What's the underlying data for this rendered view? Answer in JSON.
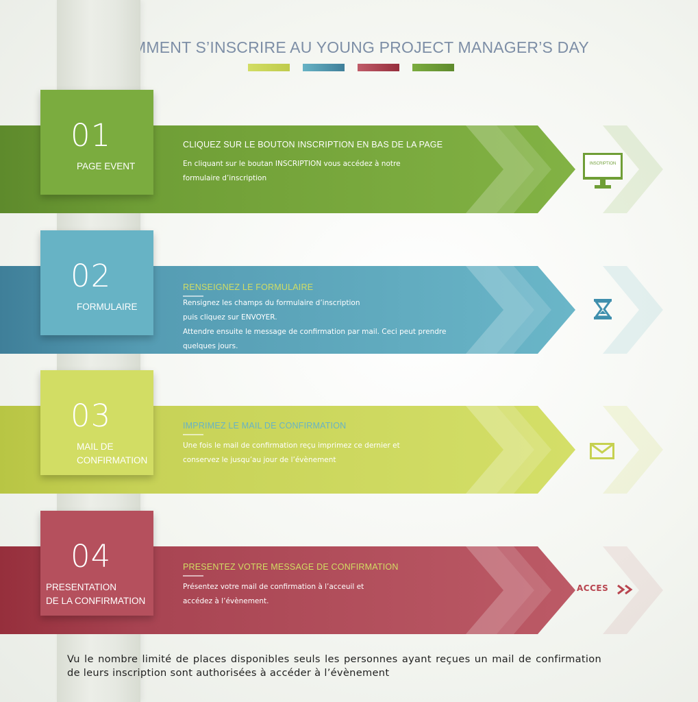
{
  "title": "COMMENT S’INSCRIRE AU YOUNG PROJECT MANAGER’S DAY",
  "colors": {
    "green": "#7bac3f",
    "green_dark": "#5e8a2c",
    "blue": "#67b3c5",
    "blue_dark": "#3f7f99",
    "yellow": "#d2dd64",
    "yellow_dark": "#b8c544",
    "red": "#b5505d",
    "red_dark": "#962f3c",
    "title": "#7d8ea6"
  },
  "steps": [
    {
      "number": "01",
      "label": "PAGE EVENT",
      "heading": "CLIQUEZ SUR LE BOUTON INSCRIPTION EN BAS DE LA PAGE",
      "description": "En cliquant sur le boutan INSCRIPTION vous accédez à notre\nformulaire d’inscription",
      "icon": "monitor-icon",
      "icon_text": "INSCRIPTION"
    },
    {
      "number": "02",
      "label": "FORMULAIRE",
      "heading": "RENSEIGNEZ LE FORMULAIRE",
      "description": "Rensignez les champs du formulaire d’inscription\npuis cliquez sur ENVOYER.\nAttendre ensuite le message de confirmation par mail.  Ceci peut prendre\nquelques jours.",
      "icon": "hourglass-icon"
    },
    {
      "number": "03",
      "label": "MAIL DE\nCONFIRMATION",
      "heading": "IMPRIMEZ LE MAIL DE CONFIRMATION",
      "description": "Une fois le mail de confirmation reçu imprimez ce dernier et\nconservez le jusqu’au jour de l’évènement",
      "icon": "envelope-icon"
    },
    {
      "number": "04",
      "label": "PRESENTATION\nDE LA CONFIRMATION",
      "heading": "PRESENTEZ VOTRE MESSAGE DE CONFIRMATION",
      "description": "Présentez votre mail de confirmation à l’acceuil et\naccédez à l’évènement.",
      "icon": "acces-icon",
      "icon_text": "ACCES"
    }
  ],
  "footer": "Vu le nombre limité de places disponibles seuls les personnes ayant reçues un mail de confirmation de leurs inscription sont authorisées à accéder à l’évènement"
}
